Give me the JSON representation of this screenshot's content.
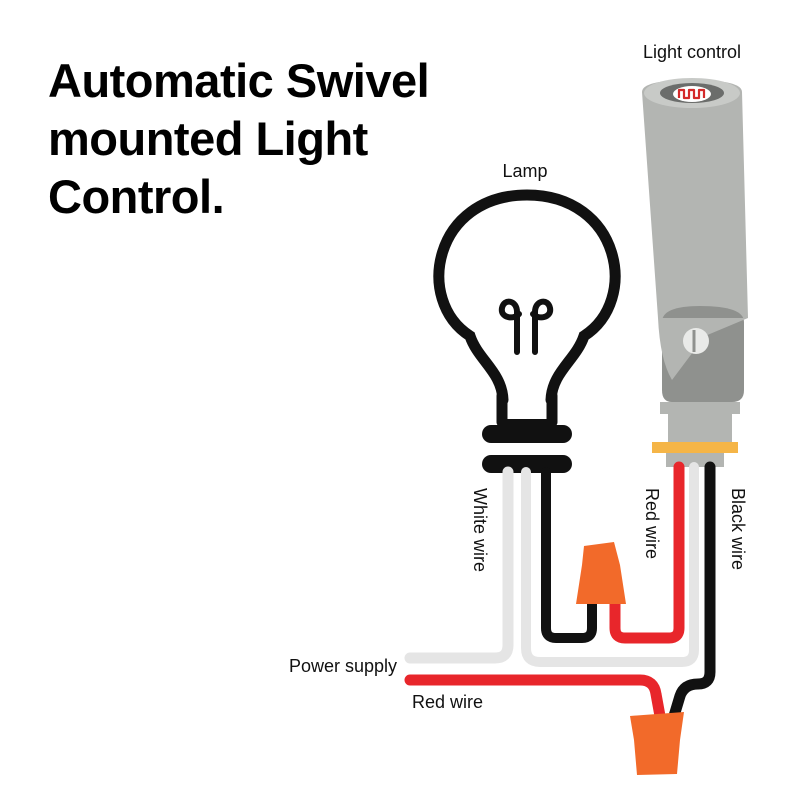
{
  "title": {
    "line1": "Automatic Swivel",
    "line2": "mounted Light",
    "line3": "Control."
  },
  "labels": {
    "light_control": "Light control",
    "lamp": "Lamp",
    "white_wire": "White wire",
    "red_wire_vertical": "Red wire",
    "black_wire": "Black wire",
    "power_supply": "Power supply",
    "red_wire_horizontal": "Red wire"
  },
  "colors": {
    "black_wire": "#111111",
    "white_wire": "#e5e5e5",
    "red_wire": "#e8262b",
    "wire_nut": "#f26a2a",
    "sensor_body": "#b3b5b2",
    "mount_body": "#8f918e",
    "gasket": "#f5b547"
  }
}
